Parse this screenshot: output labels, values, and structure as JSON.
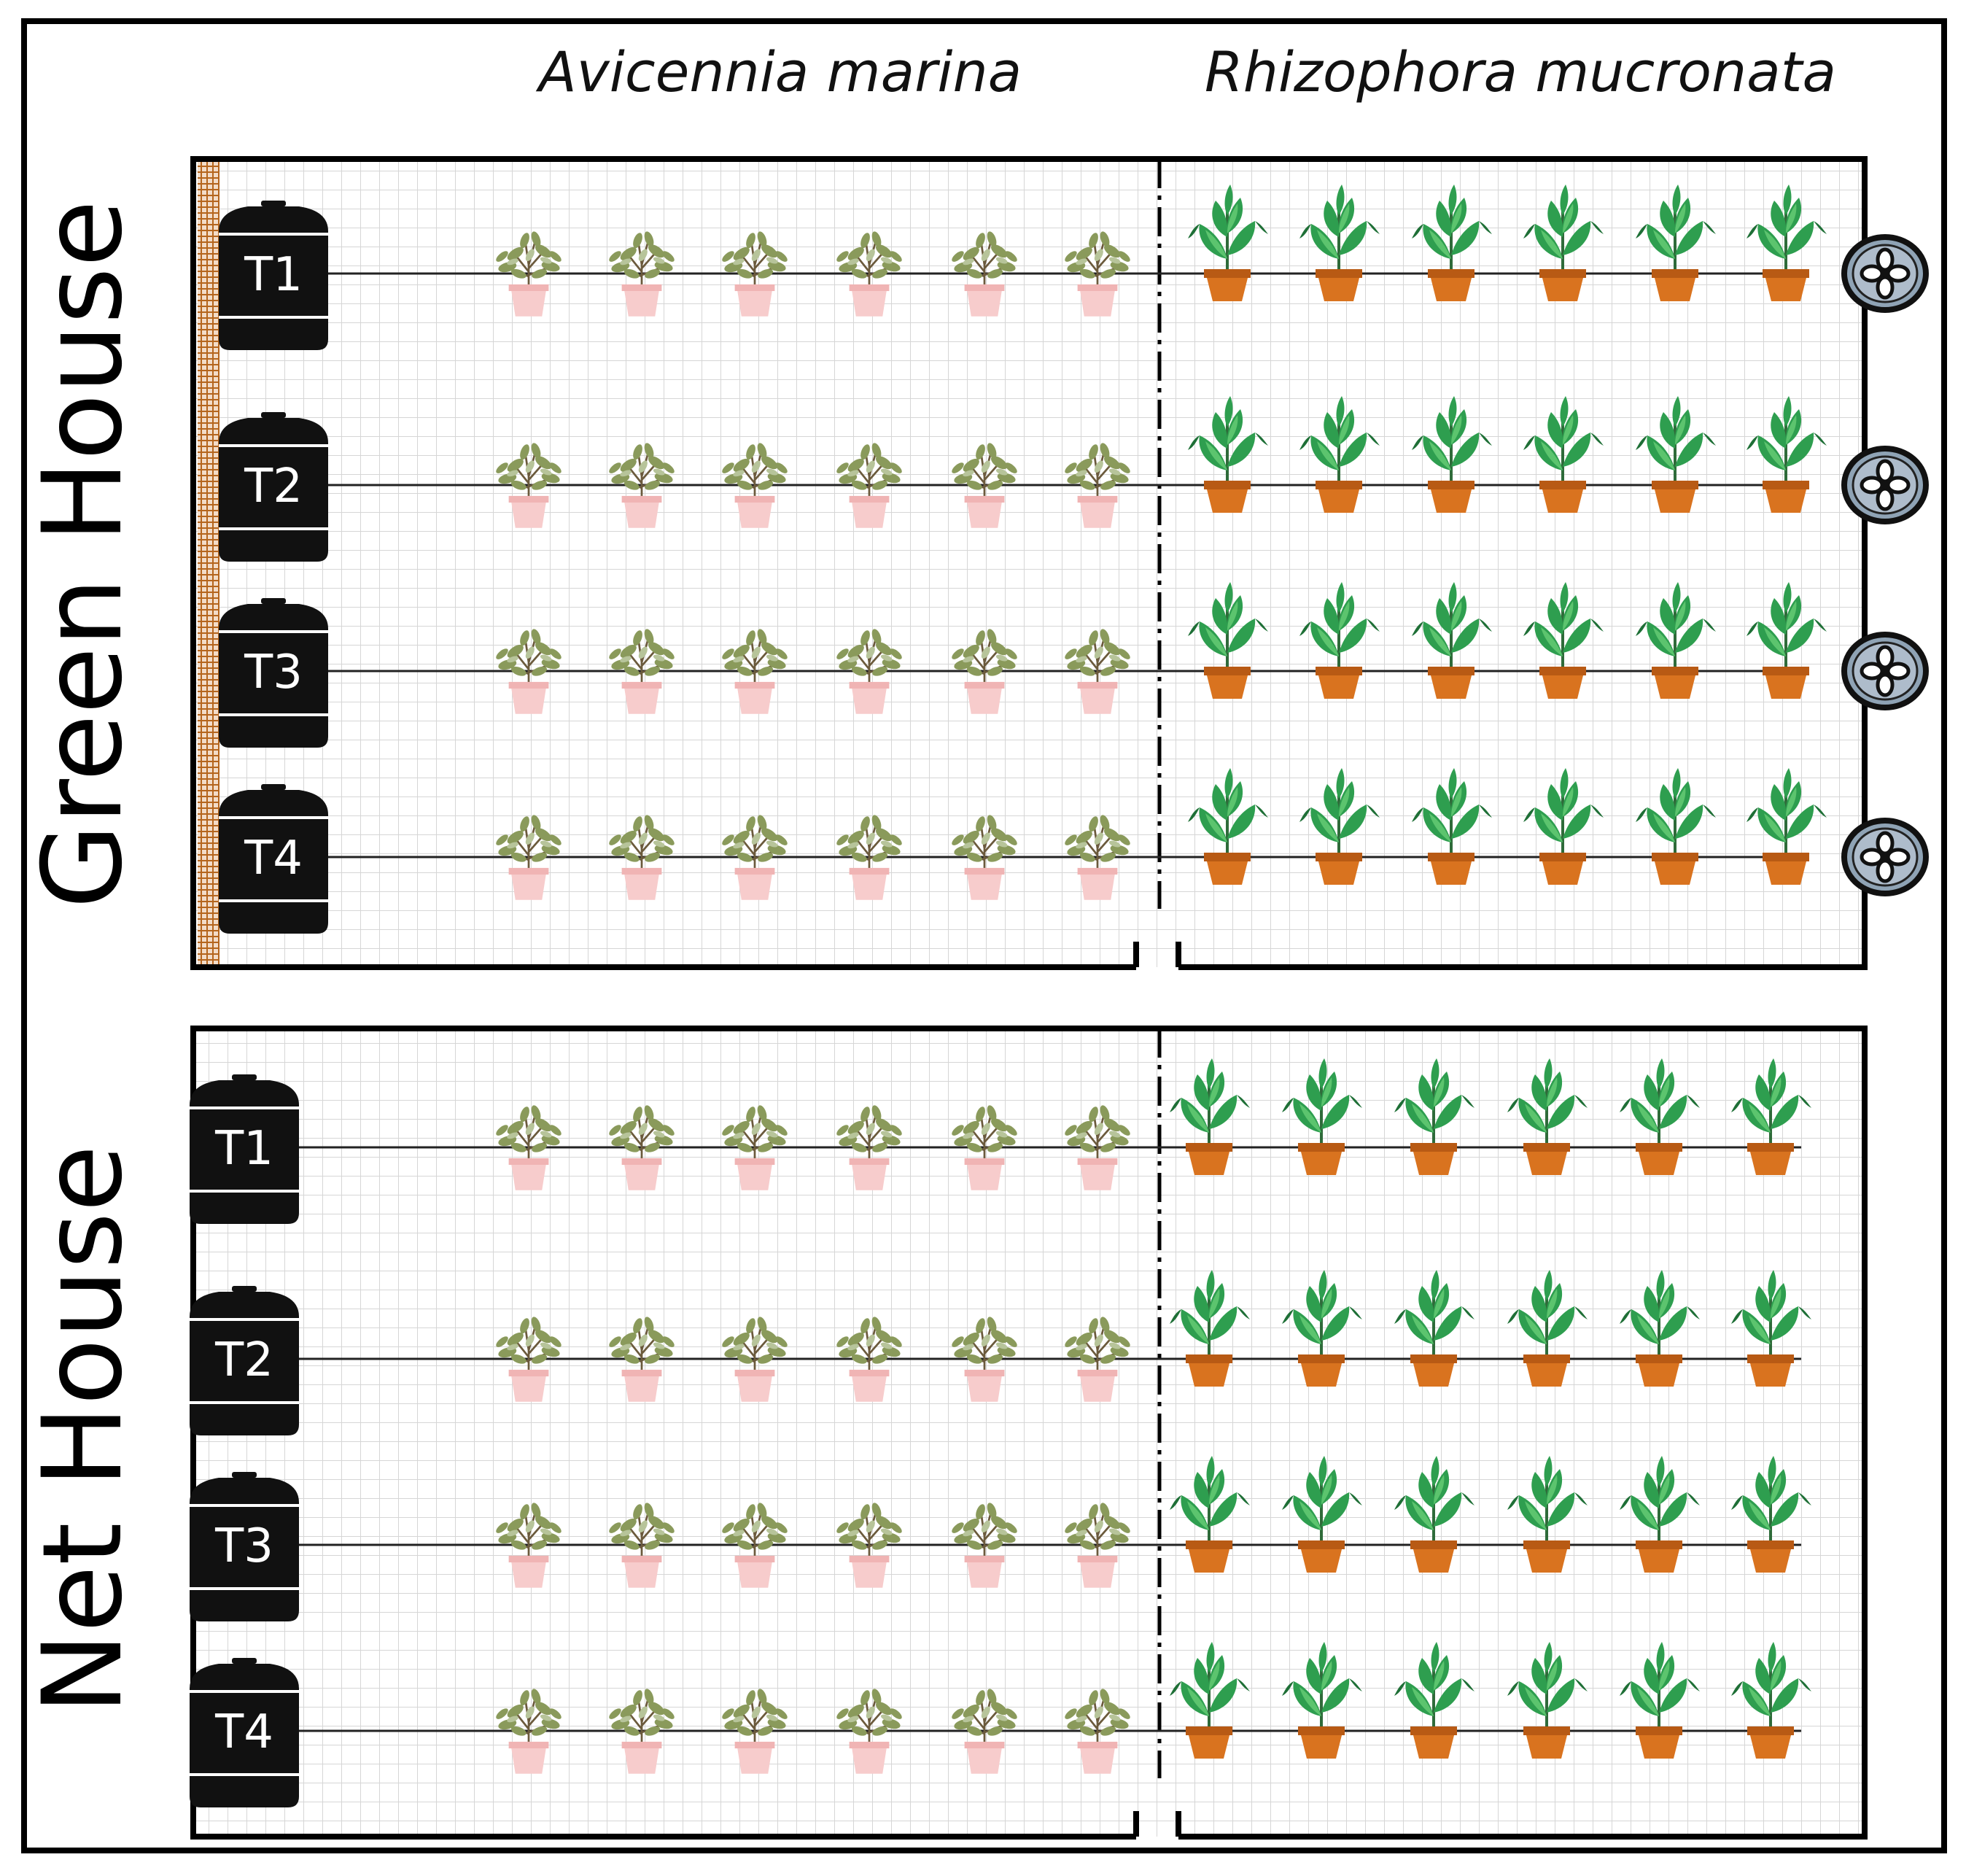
{
  "species": {
    "left": "Avicennia marina",
    "right": "Rhizophora mucronata"
  },
  "houses": [
    {
      "key": "green",
      "label": "Green House",
      "tanks": [
        "T1",
        "T2",
        "T3",
        "T4"
      ],
      "has_fans": true,
      "has_cooling_pad": true
    },
    {
      "key": "net",
      "label": "Net House",
      "tanks": [
        "T1",
        "T2",
        "T3",
        "T4"
      ],
      "has_fans": false,
      "has_cooling_pad": false
    }
  ],
  "plants_per_row": {
    "avicennia": 6,
    "rhizophora": 6
  },
  "colors": {
    "avicennia_pot": "#f4c2c2",
    "avicennia_foliage": "#8a9a5b",
    "rhizophora_pot": "#d9731f",
    "rhizophora_foliage": "#2e9e4f",
    "tank": "#111111",
    "fan": "#8fa3b5",
    "grid": "#d6d6d6"
  },
  "icons": {
    "tank": "water-tank-icon",
    "fan": "exhaust-fan-icon",
    "avicennia": "avicennia-plant-icon",
    "rhizophora": "rhizophora-plant-icon"
  }
}
